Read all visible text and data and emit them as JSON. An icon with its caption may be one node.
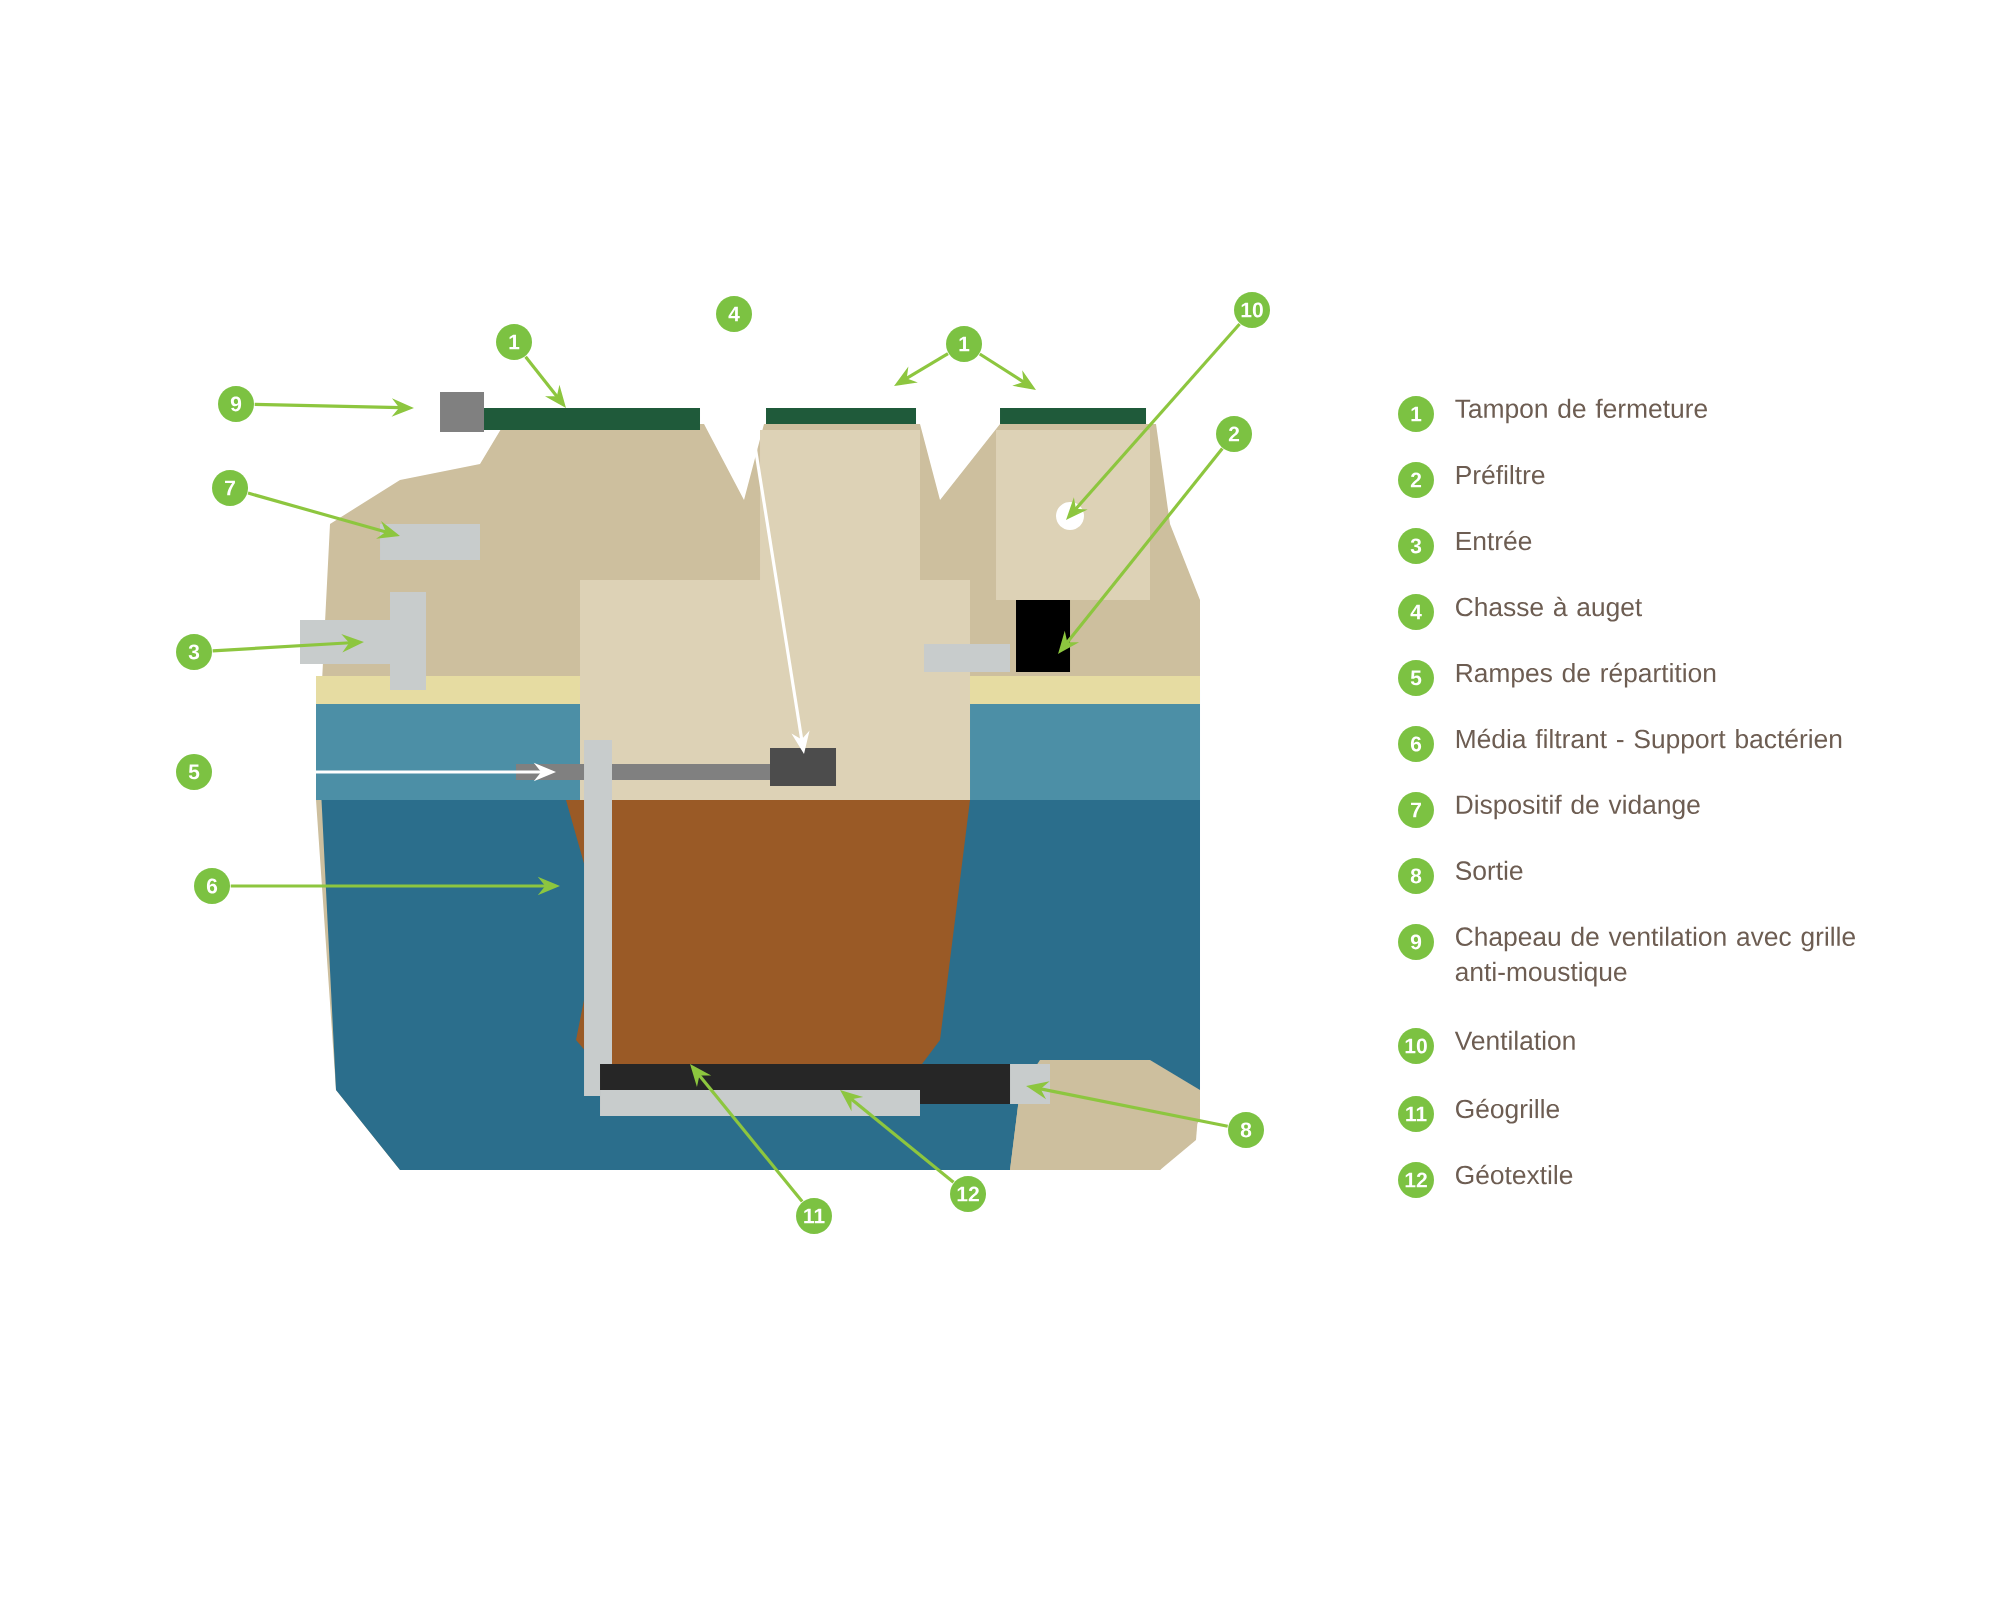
{
  "diagram": {
    "nodes": [
      {
        "text": [
          "10"
        ]
      },
      {
        "text": [
          "4"
        ]
      },
      {
        "text": [
          "1"
        ]
      },
      {
        "text": [
          "1"
        ]
      },
      {
        "text": [
          "9"
        ]
      },
      {
        "text": [
          "2"
        ]
      },
      {
        "text": [
          "7"
        ]
      },
      {
        "text": [
          "3"
        ]
      },
      {
        "text": [
          "5"
        ]
      },
      {
        "text": [
          "6"
        ]
      },
      {
        "text": [
          "8"
        ]
      },
      {
        "text": [
          "12"
        ]
      },
      {
        "text": [
          "11"
        ]
      },
      {
        "text": [
          "1"
        ],
        "beside": [
          "Tampon de fermeture"
        ]
      },
      {
        "text": [
          "2"
        ],
        "beside": [
          "Préfiltre"
        ]
      },
      {
        "text": [
          "3"
        ],
        "beside": [
          "Entrée"
        ]
      },
      {
        "text": [
          "4"
        ],
        "beside": [
          "Chasse à auget"
        ]
      },
      {
        "text": [
          "5"
        ],
        "beside": [
          "Rampes de répartition"
        ]
      },
      {
        "text": [
          "6"
        ],
        "beside": [
          "Média filtrant - Support bactérien"
        ]
      },
      {
        "text": [
          "7"
        ],
        "beside": [
          "Dispositif de vidange"
        ]
      },
      {
        "text": [
          "8"
        ],
        "beside": [
          "Sortie"
        ]
      },
      {
        "text": [
          "9"
        ],
        "beside": [
          "Chapeau de ventilation avec grille anti-moustique"
        ]
      },
      {
        "text": [
          "10"
        ],
        "beside": [
          "Ventilation"
        ]
      },
      {
        "text": [
          "11"
        ],
        "beside": [
          "Géogrille"
        ]
      },
      {
        "text": [
          "12"
        ],
        "beside": [
          "Géotextile"
        ]
      }
    ],
    "edges": [
      {
        "from": 0,
        "to": null,
        "arrow": "to"
      },
      {
        "from": 1,
        "to": null,
        "arrow": "to",
        "color": "#ffffff"
      },
      {
        "from": 2,
        "to": null,
        "arrow": "to"
      },
      {
        "from": 3,
        "to": null,
        "arrow": "to"
      },
      {
        "from": 3,
        "to": null,
        "arrow": "to"
      },
      {
        "from": 4,
        "to": null,
        "arrow": "to"
      },
      {
        "from": 5,
        "to": null,
        "arrow": "to"
      },
      {
        "from": 6,
        "to": null,
        "arrow": "to"
      },
      {
        "from": 7,
        "to": null,
        "arrow": "to"
      },
      {
        "from": 8,
        "to": null,
        "arrow": "to",
        "color": "#ffffff"
      },
      {
        "from": 9,
        "to": null,
        "arrow": "to"
      },
      {
        "from": 10,
        "to": null,
        "arrow": "to"
      },
      {
        "from": 11,
        "to": null,
        "arrow": "to"
      },
      {
        "from": 12,
        "to": null,
        "arrow": "to"
      }
    ]
  }
}
